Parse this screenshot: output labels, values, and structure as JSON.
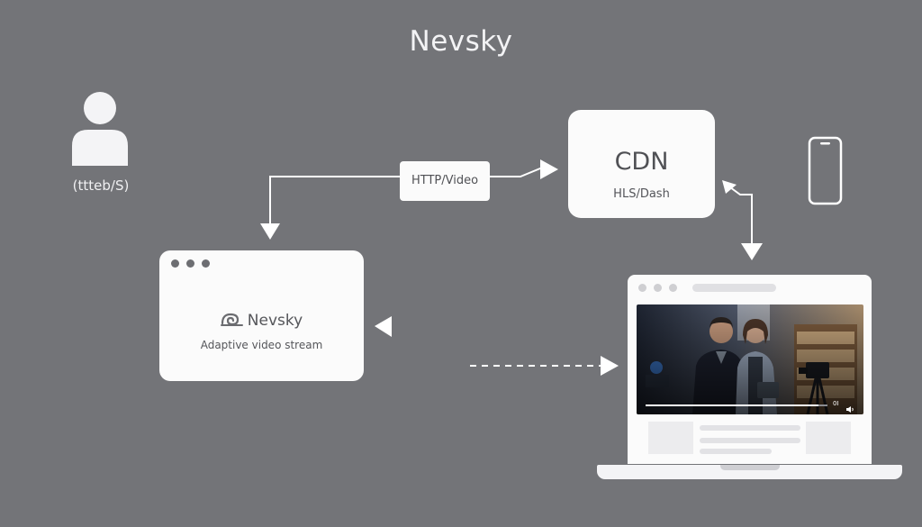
{
  "title": "Nevsky",
  "user": {
    "label": "(ttteb/S)",
    "icon": "user-icon"
  },
  "cdn": {
    "title": "CDN",
    "subtitle": "HLS/Dash"
  },
  "connector": {
    "label": "HTTP/Video"
  },
  "browser_card": {
    "brand": "Nevsky",
    "tagline": "Adaptive video stream",
    "logo_icon": "swirl-logo-icon"
  },
  "laptop": {
    "video_time": "0I",
    "video_progress": 0.95
  },
  "colors": {
    "background": "#737478",
    "card": "#fbfbfb",
    "arrow": "#ffffff"
  }
}
